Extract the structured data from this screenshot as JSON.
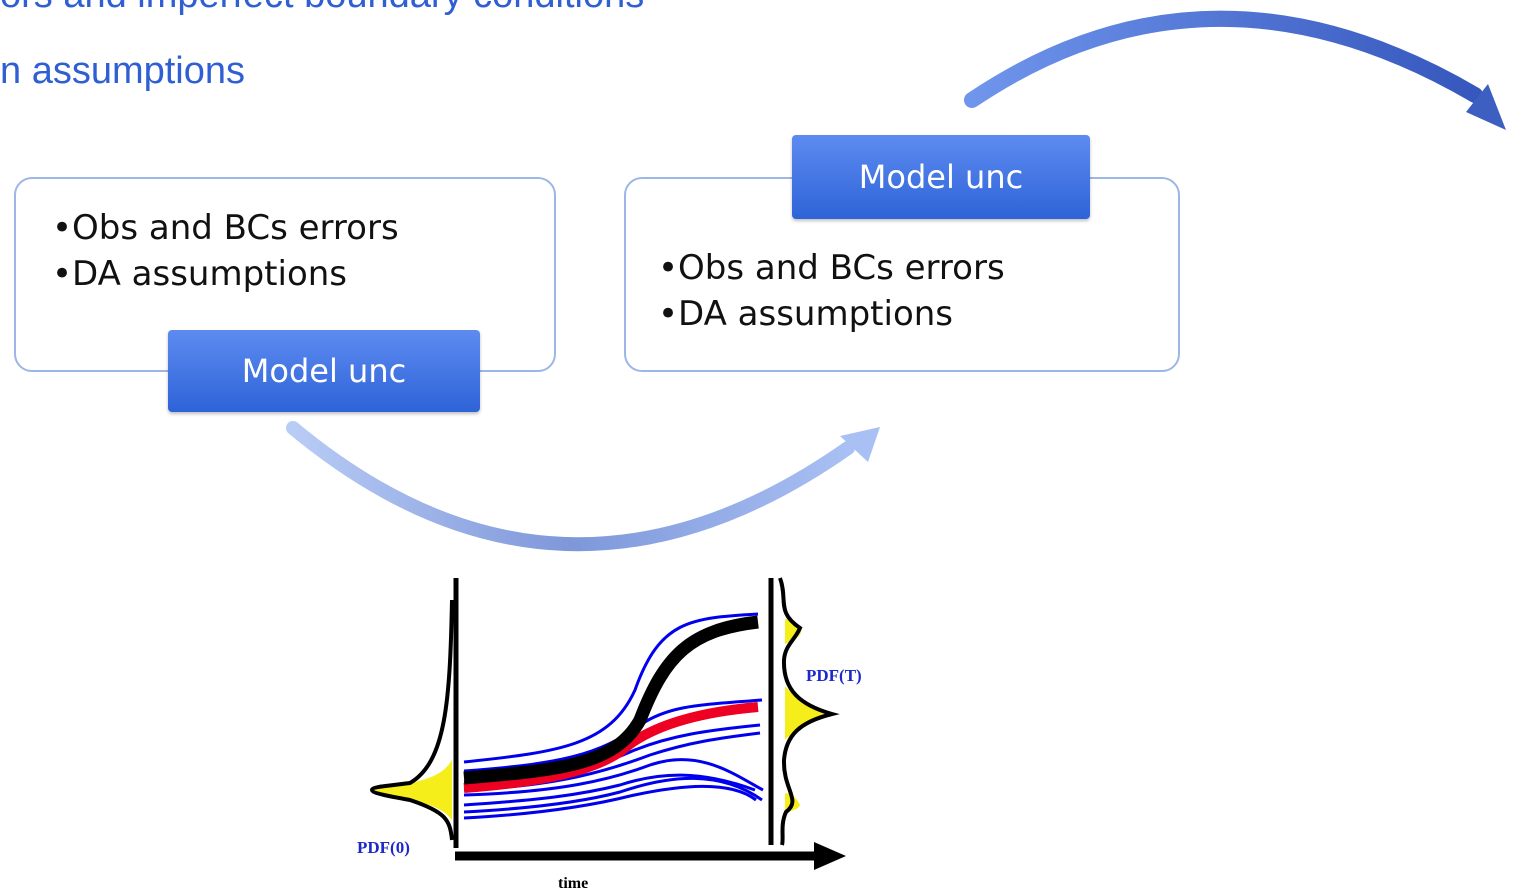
{
  "header": {
    "line1": "ors and imperfect boundary conditions",
    "line2": "n assumptions"
  },
  "box_left": {
    "bullets": [
      "Obs and BCs errors",
      "DA assumptions"
    ],
    "tag": "Model unc"
  },
  "box_right": {
    "bullets": [
      "Obs and BCs errors",
      "DA assumptions"
    ],
    "tag": "Model unc"
  },
  "figure": {
    "pdf0_label": "PDF(0)",
    "pdfT_label": "PDF(T)",
    "time_label": "time"
  },
  "colors": {
    "header_text": "#2F5FD3",
    "box_border": "#9EB6E6",
    "tag_fill": "#3F72E4",
    "arrow_light": "#A6BCF2",
    "arrow_dark": "#3D62C6",
    "ensemble": "#0000EE",
    "mean": "#EE0022",
    "truth": "#000000",
    "pdf_fill": "#F5EE1B",
    "pdf_label": "#1C28C8"
  }
}
